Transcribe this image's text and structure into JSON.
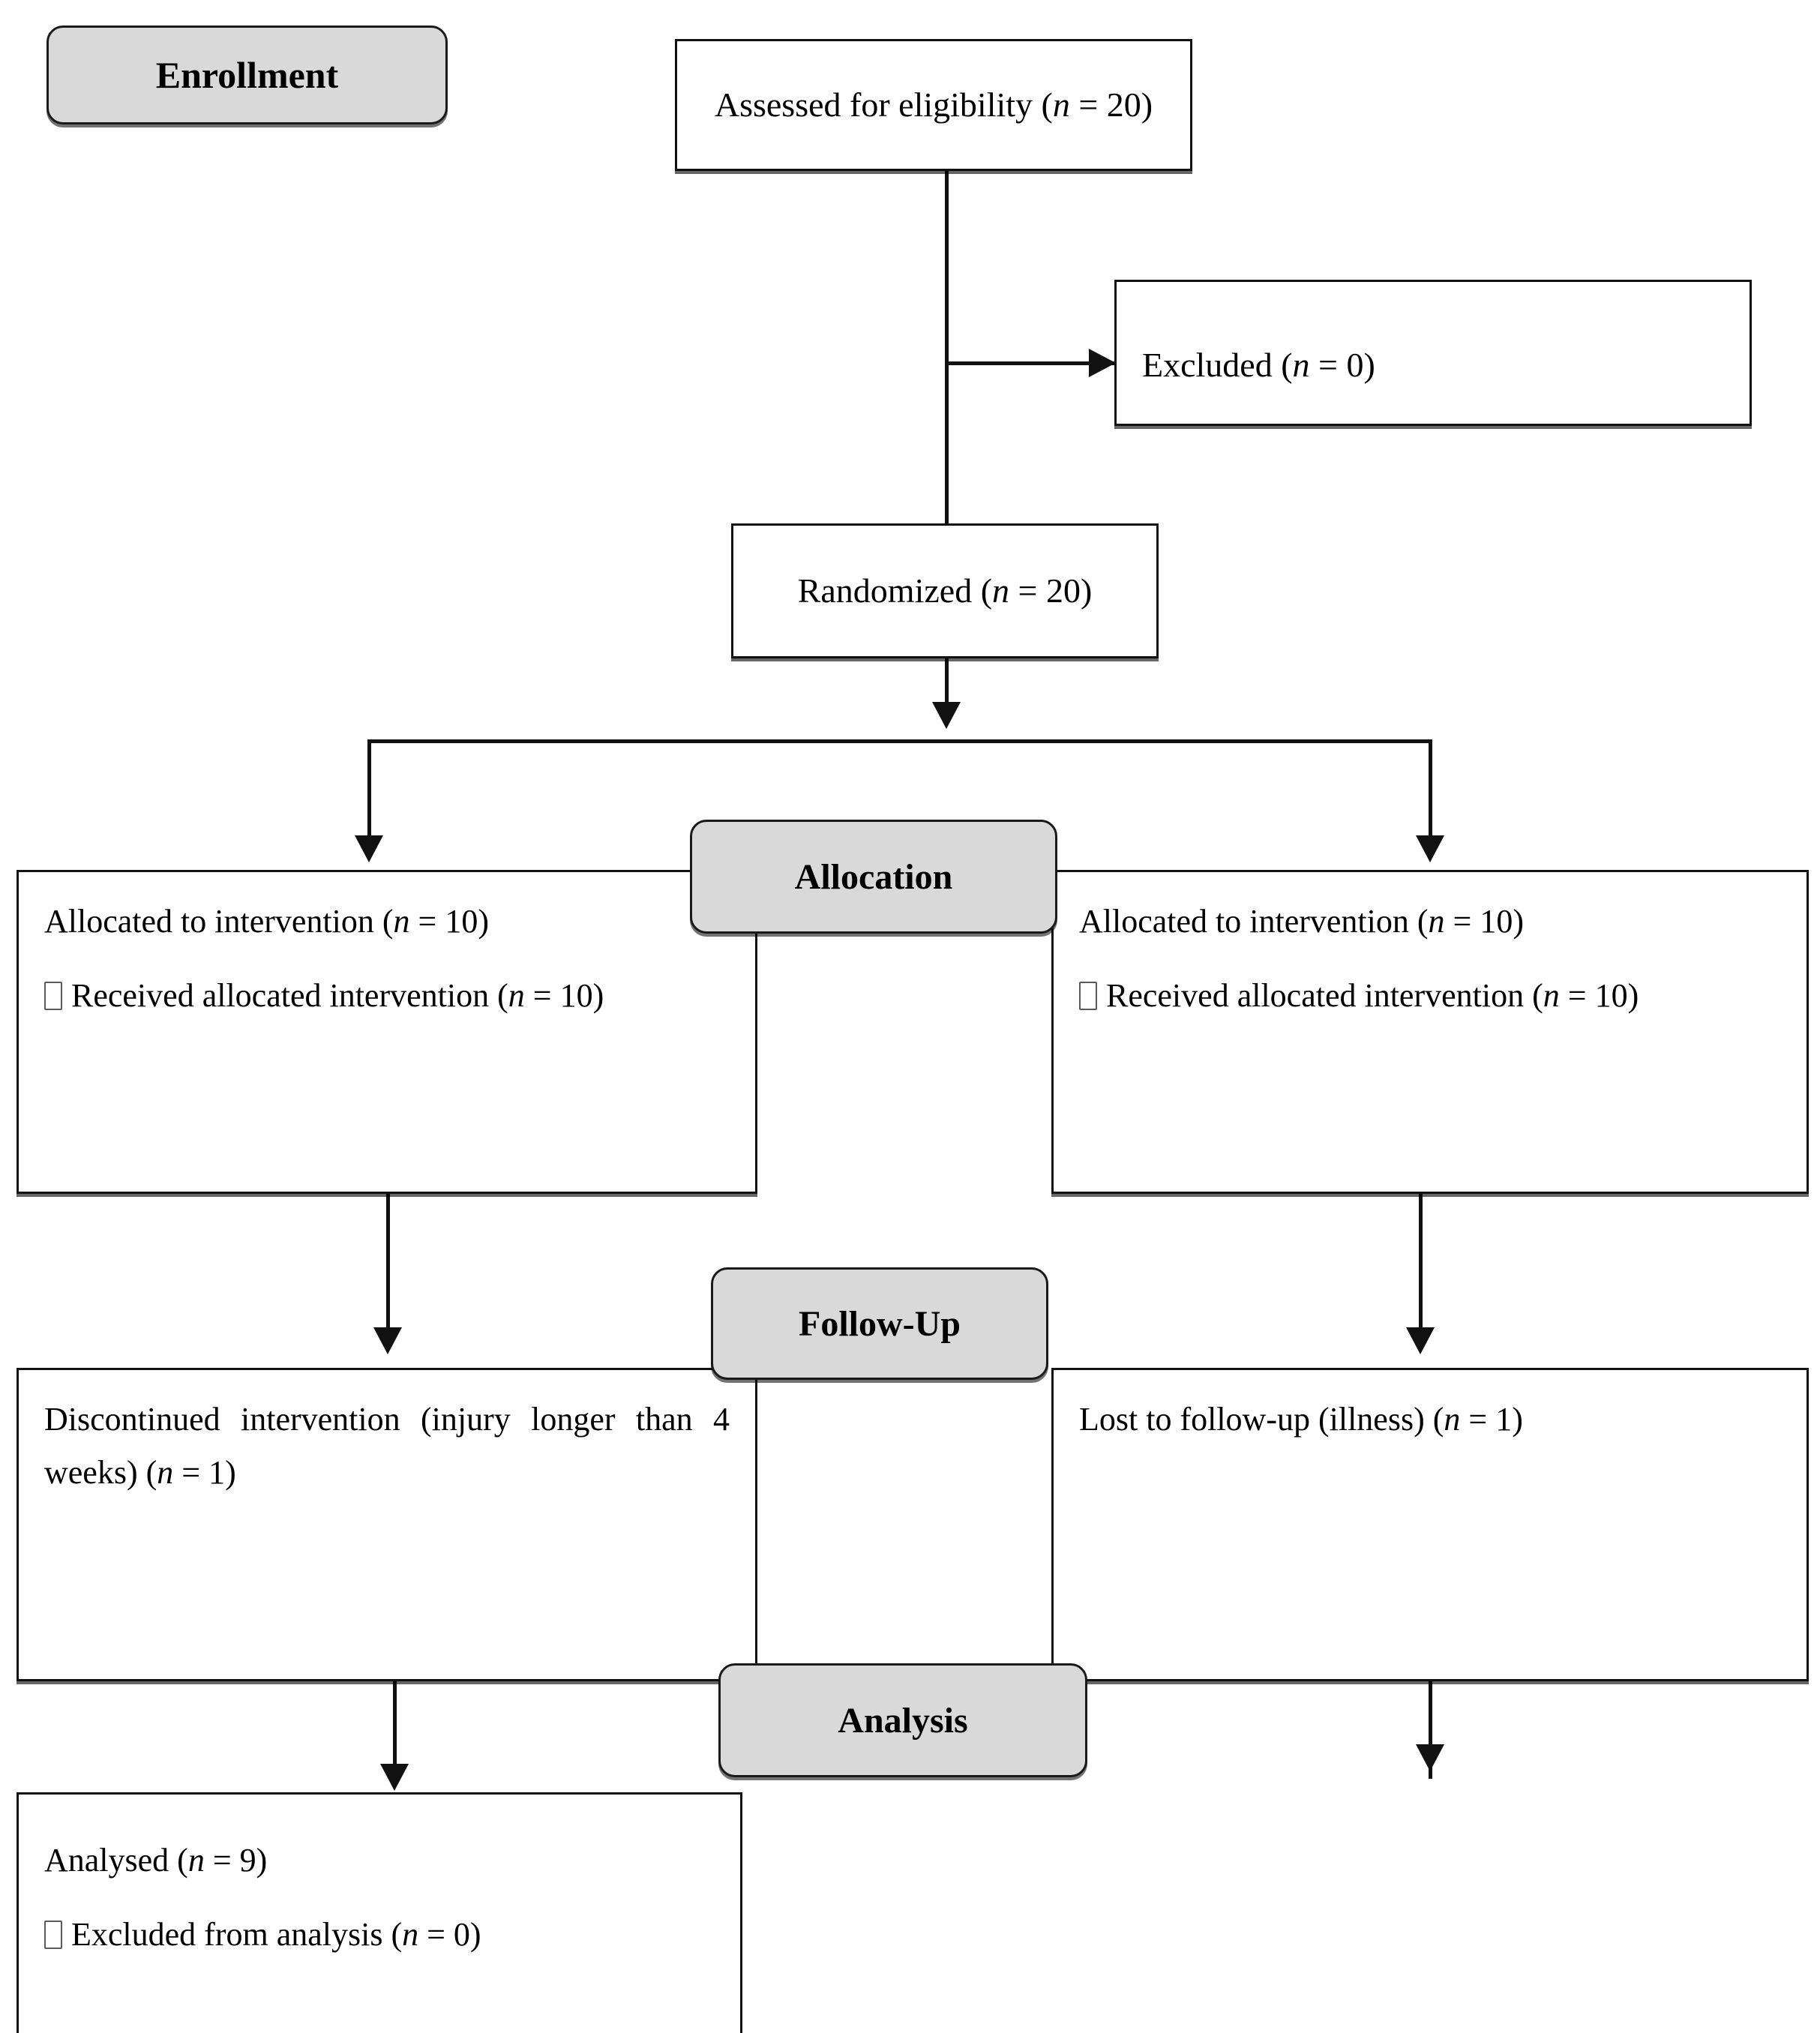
{
  "diagram": {
    "title": "CONSORT participant flow diagram",
    "colors": {
      "stage_fill": "#d9d9d9",
      "box_fill": "#ffffff",
      "stroke": "#111111"
    }
  },
  "stages": {
    "enrollment": "Enrollment",
    "allocation": "Allocation",
    "followup": "Follow-Up",
    "analysis": "Analysis"
  },
  "boxes": {
    "assessed": {
      "line1": "Assessed for eligibility (n = 20)"
    },
    "excluded": {
      "line1": "Excluded  (n = 0)"
    },
    "randomized": {
      "line1": "Randomized (n = 20)"
    },
    "alloc_left": {
      "line1": "Allocated to intervention (n = 10)",
      "line2": "Received allocated intervention (n = 10)"
    },
    "alloc_right": {
      "line1": "Allocated to intervention (n = 10)",
      "line2": "Received allocated intervention (n = 10)"
    },
    "follow_left": {
      "line1": "Discontinued intervention (injury longer than 4 weeks) (n = 1)"
    },
    "follow_right": {
      "line1": "Lost to follow-up (illness) (n = 1)"
    },
    "analysis_left": {
      "line1": "Analysed (n = 9)",
      "line2": "Excluded from analysis  (n = 0)"
    }
  },
  "connectors": {
    "assessed_to_randomized": "vertical-line",
    "assessed_to_excluded": "right-arrow",
    "randomized_split": "tee-split-arrow",
    "alloc_left_to_follow_left": "down-arrow",
    "alloc_right_to_follow_right": "down-arrow",
    "follow_left_to_analysis": "down-arrow",
    "follow_right_dangling": "down-arrow"
  }
}
